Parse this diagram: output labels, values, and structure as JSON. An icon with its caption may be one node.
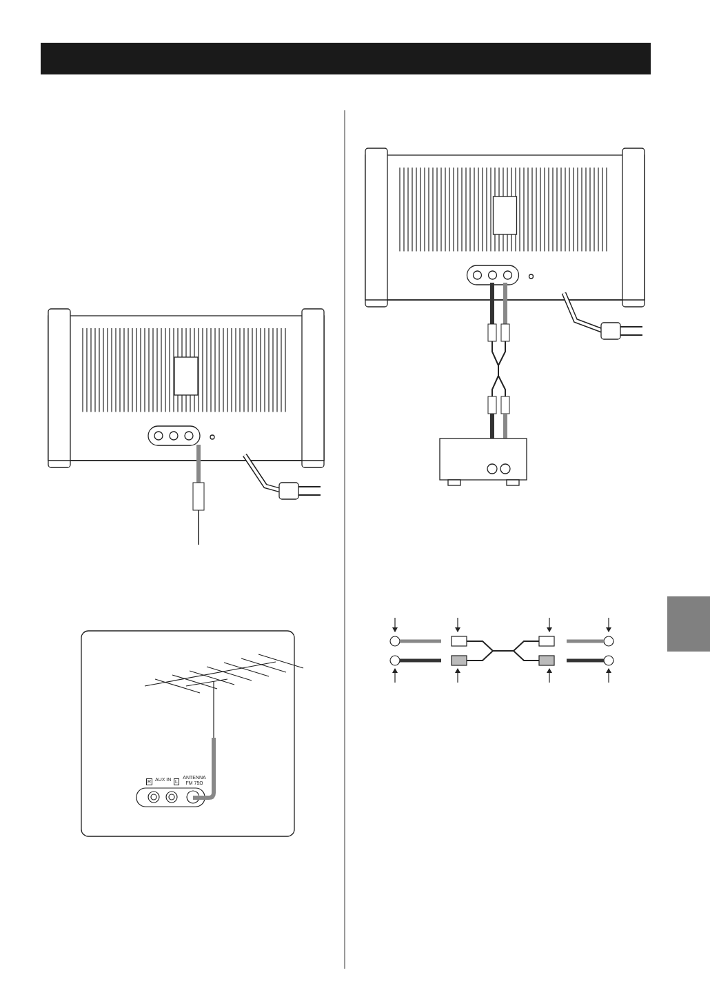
{
  "diagram": {
    "nodes": [
      {
        "text": [],
        "shape": "box"
      }
    ],
    "labels": [
      "R",
      "AUX IN",
      "L",
      "ANTENNA FM 75Ω"
    ]
  }
}
